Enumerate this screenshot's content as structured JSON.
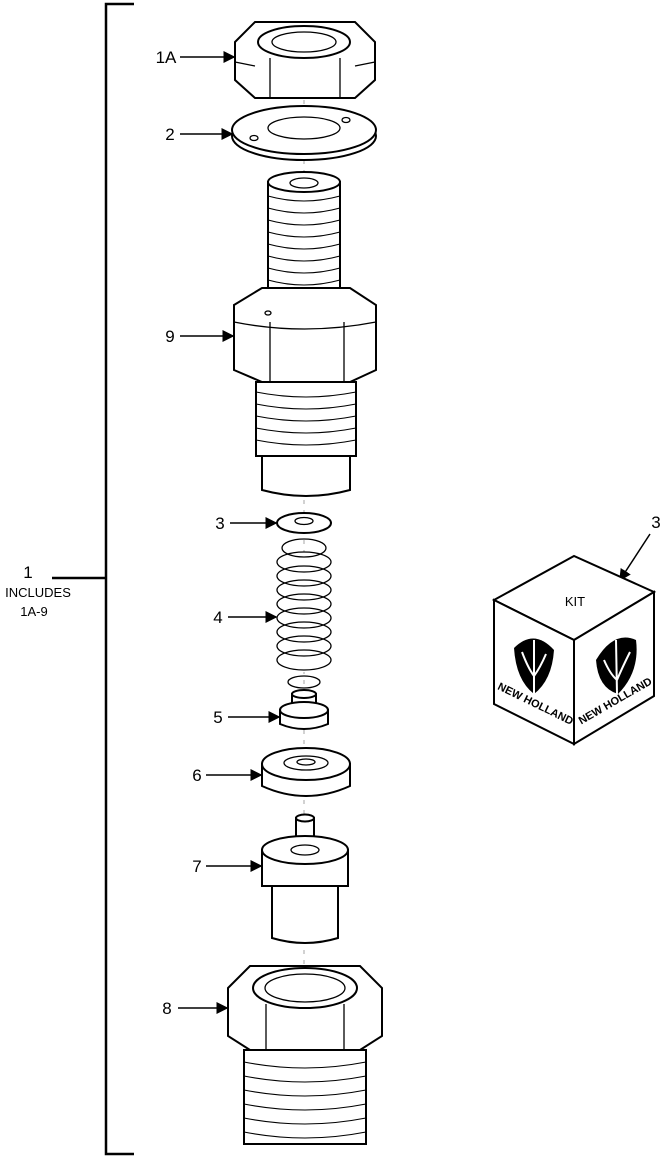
{
  "callouts": [
    {
      "id": "1A",
      "text": "1A"
    },
    {
      "id": "2",
      "text": "2"
    },
    {
      "id": "9",
      "text": "9"
    },
    {
      "id": "3",
      "text": "3"
    },
    {
      "id": "4",
      "text": "4"
    },
    {
      "id": "5",
      "text": "5"
    },
    {
      "id": "6",
      "text": "6"
    },
    {
      "id": "7",
      "text": "7"
    },
    {
      "id": "8",
      "text": "8"
    },
    {
      "id": "3-kit",
      "text": "3"
    }
  ],
  "assembly": {
    "number": "1",
    "includes_label": "INCLUDES",
    "range": "1A-9"
  },
  "kit": {
    "label": "KIT",
    "logo_text": "NEW HOLLAND"
  }
}
